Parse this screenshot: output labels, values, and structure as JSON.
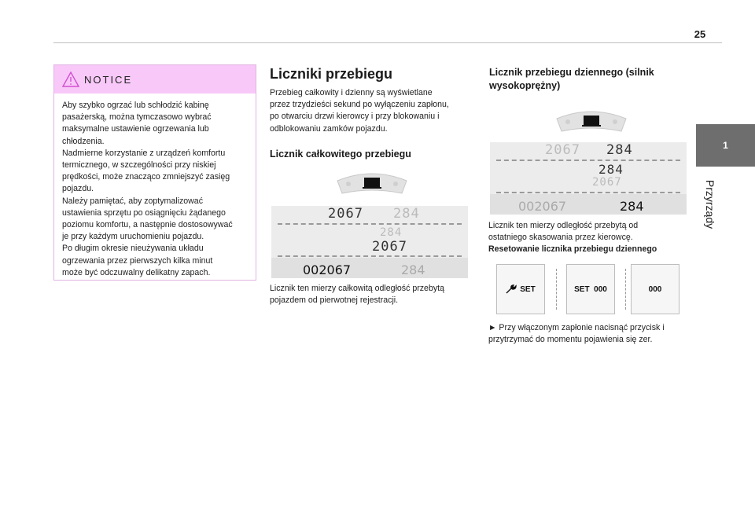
{
  "page": {
    "number": "25"
  },
  "side_tab": {
    "number": "1",
    "label": "Przyrządy"
  },
  "notice": {
    "title": "NOTICE",
    "lines": [
      "Aby szybko ogrzać lub schłodzić kabinę",
      "pasażerską, można tymczasowo wybrać",
      "maksymalne ustawienie ogrzewania lub",
      "chłodzenia.",
      "Nadmierne korzystanie z urządzeń komfortu",
      "termicznego, w szczególności przy niskiej",
      "prędkości, może znacząco zmniejszyć zasięg",
      "pojazdu.",
      "Należy pamiętać, aby zoptymalizować",
      "ustawienia sprzętu po osiągnięciu żądanego",
      "poziomu komfortu, a następnie dostosowywać",
      "je przy każdym uruchomieniu pojazdu.",
      "Po długim okresie nieużywania układu",
      "ogrzewania przez pierwszych kilka minut",
      "może być odczuwalny delikatny zapach."
    ]
  },
  "col2": {
    "heading": "Liczniki przebiegu",
    "intro_lines": [
      "Przebieg całkowity i dzienny są wyświetlane",
      "przez trzydzieści sekund po wyłączeniu zapłonu,",
      "po otwarciu drzwi kierowcy i przy blokowaniu i",
      "odblokowaniu zamków pojazdu."
    ],
    "subheading": "Licznik całkowitego przebiegu",
    "display": {
      "top_left": "2067",
      "top_right": "284",
      "mid_top": "284",
      "mid_bottom": "2067",
      "bottom_left": "002067",
      "bottom_right": "284"
    },
    "caption_lines": [
      "Licznik ten mierzy całkowitą odległość przebytą",
      "pojazdem od pierwotnej rejestracji."
    ]
  },
  "col3": {
    "heading_lines": [
      "Licznik przebiegu dziennego (silnik",
      "wysokoprężny)"
    ],
    "display": {
      "top_left": "2067",
      "top_right": "284",
      "mid_top": "284",
      "mid_bottom": "2067",
      "bottom_left": "002067",
      "bottom_right": "284"
    },
    "caption_lines": [
      "Licznik ten mierzy odległość przebytą od",
      "ostatniego skasowania przez kierowcę."
    ],
    "reset_title": "Resetowanie licznika przebiegu dziennego",
    "buttons": [
      {
        "label": "SET",
        "icon": "wrench-icon"
      },
      {
        "label": "SET  000"
      },
      {
        "label": "000"
      }
    ],
    "instruction_lines": [
      "►  Przy włączonym zapłonie nacisnąć przycisk i",
      "przytrzymać do momentu pojawienia się zer."
    ]
  },
  "colors": {
    "notice_header": "#f8c9f8",
    "notice_border": "#e0b4e2",
    "side_tab": "#6e6e6e",
    "warning": "#d24fd2"
  }
}
